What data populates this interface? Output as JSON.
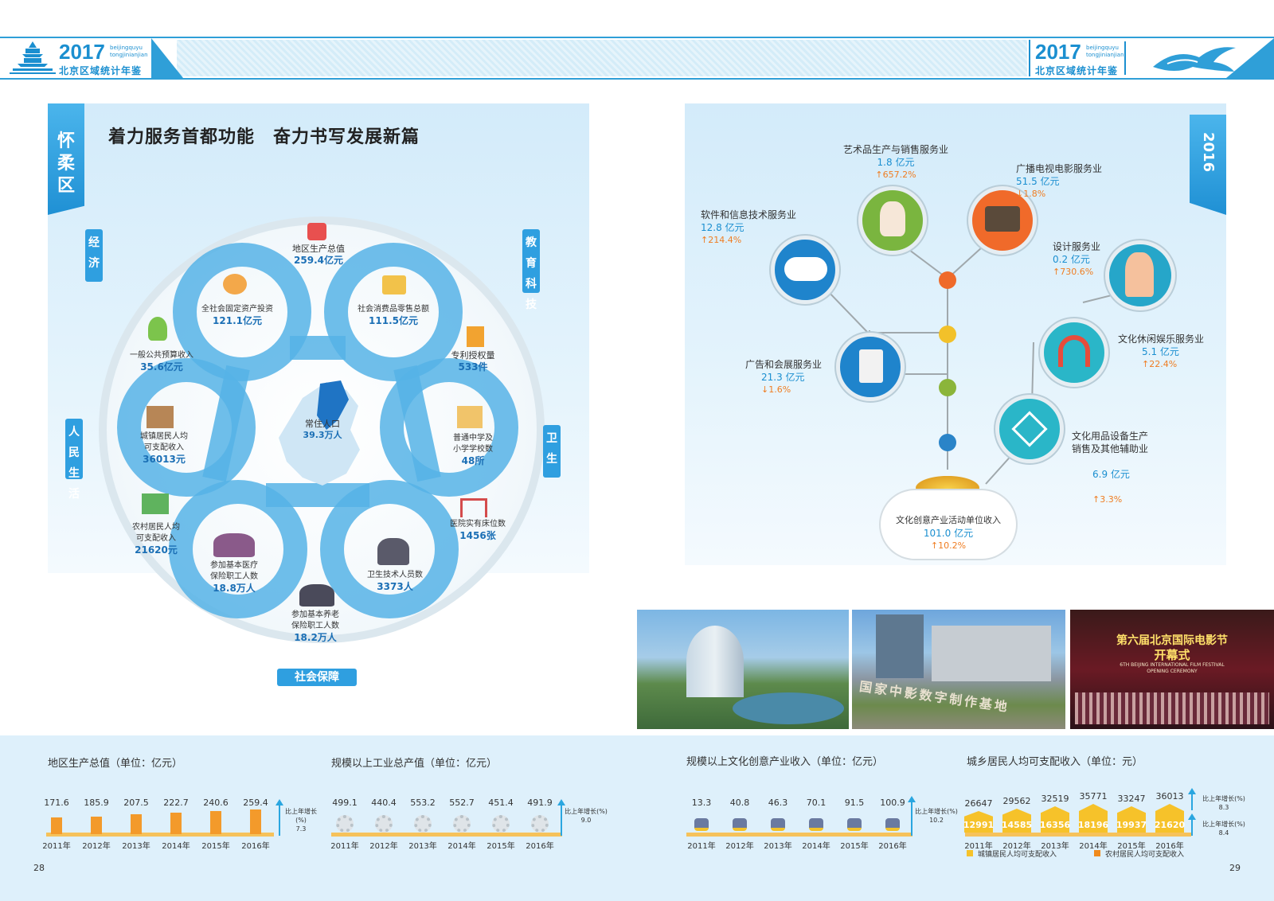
{
  "header": {
    "year": "2017",
    "pinyin1": "beijingquyu",
    "pinyin2": "tongjinianjian",
    "title": "北京区域统计年鉴"
  },
  "left": {
    "district": "怀柔区",
    "title": "着力服务首都功能　奋力书写发展新篇",
    "tags": {
      "economy": "经济",
      "education": "教育科技",
      "people": "人民生活",
      "health": "卫生",
      "social": "社会保障"
    },
    "center": {
      "label": "常住人口",
      "value": "39.3万人"
    },
    "stats": [
      {
        "label": "地区生产总值",
        "value": "259.4亿元"
      },
      {
        "label": "全社会固定资产投资",
        "value": "121.1亿元"
      },
      {
        "label": "社会消费品零售总额",
        "value": "111.5亿元"
      },
      {
        "label": "一般公共预算收入",
        "value": "35.6亿元"
      },
      {
        "label": "专利授权量",
        "value": "533件"
      },
      {
        "label": "城镇居民人均\n可支配收入",
        "value": "36013元"
      },
      {
        "label": "普通中学及\n小学学校数",
        "value": "48所"
      },
      {
        "label": "农村居民人均\n可支配收入",
        "value": "21620元"
      },
      {
        "label": "医院实有床位数",
        "value": "1456张"
      },
      {
        "label": "参加基本医疗\n保险职工人数",
        "value": "18.8万人"
      },
      {
        "label": "卫生技术人员数",
        "value": "3373人"
      },
      {
        "label": "参加基本养老\n保险职工人数",
        "value": "18.2万人"
      }
    ]
  },
  "right": {
    "year_tag": "2016",
    "root": {
      "label": "文化创意产业活动单位收入",
      "value": "101.0 亿元",
      "growth": "↑10.2%"
    },
    "branches": [
      {
        "label": "艺术品生产与销售服务业",
        "value": "1.8 亿元",
        "growth": "↑657.2%"
      },
      {
        "label": "广播电视电影服务业",
        "value": "51.5 亿元",
        "growth": "↓1.8%"
      },
      {
        "label": "软件和信息技术服务业",
        "value": "12.8 亿元",
        "growth": "↑214.4%"
      },
      {
        "label": "设计服务业",
        "value": "0.2 亿元",
        "growth": "↑730.6%"
      },
      {
        "label": "文化休闲娱乐服务业",
        "value": "5.1 亿元",
        "growth": "↑22.4%"
      },
      {
        "label": "广告和会展服务业",
        "value": "21.3 亿元",
        "growth": "↓1.6%"
      },
      {
        "label": "文化用品设备生产\n销售及其他辅助业",
        "value": "6.9 亿元",
        "growth": "↑3.3%"
      }
    ],
    "photo_text": {
      "sign": "国家中影数字制作基地",
      "fest_cn1": "第六届北京国际电影节",
      "fest_cn2": "开幕式",
      "fest_en1": "6TH BEIJING INTERNATIONAL FILM FESTIVAL",
      "fest_en2": "OPENING CEREMONY"
    }
  },
  "bottom": {
    "gdp": {
      "title": "地区生产总值（单位：亿元）",
      "years": [
        "2011年",
        "2012年",
        "2013年",
        "2014年",
        "2015年",
        "2016年"
      ],
      "values": [
        "171.6",
        "185.9",
        "207.5",
        "222.7",
        "240.6",
        "259.4"
      ],
      "growth_label": "比上年增长(%)",
      "growth": "7.3"
    },
    "industry": {
      "title": "规模以上工业总产值（单位：亿元）",
      "years": [
        "2011年",
        "2012年",
        "2013年",
        "2014年",
        "2015年",
        "2016年"
      ],
      "values": [
        "499.1",
        "440.4",
        "553.2",
        "552.7",
        "451.4",
        "491.9"
      ],
      "growth_label": "比上年增长(%)",
      "growth": "9.0"
    },
    "culture": {
      "title": "规模以上文化创意产业收入（单位：亿元）",
      "years": [
        "2011年",
        "2012年",
        "2013年",
        "2014年",
        "2015年",
        "2016年"
      ],
      "values": [
        "13.3",
        "40.8",
        "46.3",
        "70.1",
        "91.5",
        "100.9"
      ],
      "growth_label": "比上年增长(%)",
      "growth": "10.2"
    },
    "income": {
      "title": "城乡居民人均可支配收入（单位：元）",
      "years": [
        "2011年",
        "2012年",
        "2013年",
        "2014年",
        "2015年",
        "2016年"
      ],
      "urban": [
        "26647",
        "29562",
        "32519",
        "35771",
        "33247",
        "36013"
      ],
      "rural": [
        "12991",
        "14585",
        "16356",
        "18196",
        "19937",
        "21620"
      ],
      "growth_label1": "比上年增长(%)",
      "growth1": "8.3",
      "growth_label2": "比上年增长(%)",
      "growth2": "8.4",
      "legend_urban": "城镇居民人均可支配收入",
      "legend_rural": "农村居民人均可支配收入"
    },
    "page_left": "28",
    "page_right": "29"
  },
  "colors": {
    "accent": "#1b8fd0",
    "ribbon": "#2f9fe0",
    "bar": "#f39a2b",
    "growth": "#ef7d22",
    "urban": "#f6c22a",
    "rural": "#f08a1c"
  }
}
